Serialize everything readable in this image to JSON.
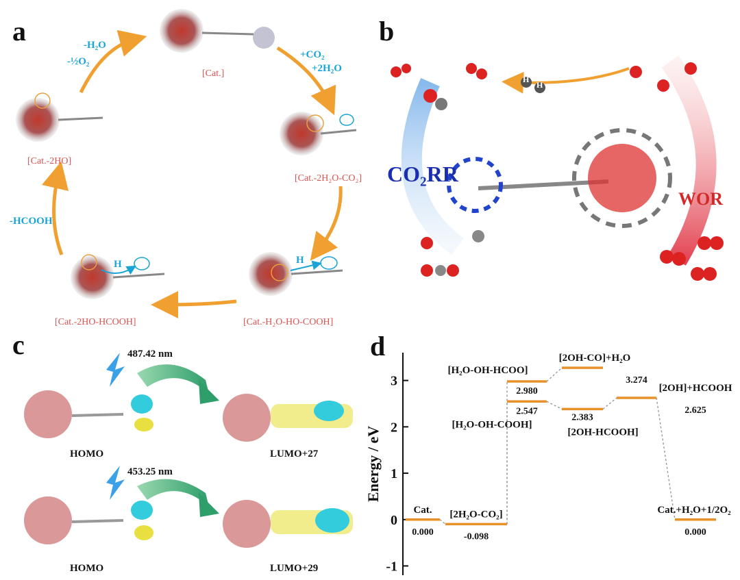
{
  "panels": {
    "a": "a",
    "b": "b",
    "c": "c",
    "d": "d"
  },
  "cycle": {
    "cat": "[Cat.]",
    "cat_2h2o_co2": "[Cat.-2H₂O-CO₂]",
    "cat_h2o_ho_cooh": "[Cat.-H₂O-HO-COOH]",
    "cat_2ho_hcooh": "[Cat.-2HO-HCOOH]",
    "cat_2ho": "[Cat.-2HO]",
    "step_top_right": [
      "+CO₂",
      "+2H₂O"
    ],
    "step_top_left": [
      "-H₂O",
      "-½O₂"
    ],
    "step_left": "-HCOOH",
    "h_label": "H"
  },
  "panel_b": {
    "co2rr": "CO₂RR",
    "wor": "WOR",
    "h": "H"
  },
  "panel_c": {
    "wavelength1": "487.42 nm",
    "wavelength2": "453.25 nm",
    "homo1": "HOMO",
    "lumo1": "LUMO+27",
    "homo2": "HOMO",
    "lumo2": "LUMO+29"
  },
  "chart_data": {
    "type": "energy-level-diagram",
    "ylabel": "Energy / eV",
    "ylim": [
      -1.2,
      3.6
    ],
    "yticks": [
      -1,
      0,
      1,
      2,
      3
    ],
    "levels": [
      {
        "label": "Cat.",
        "value": 0.0,
        "value_text": "0.000",
        "step": 0
      },
      {
        "label": "[2H₂O-CO₂]",
        "value": -0.098,
        "value_text": "-0.098",
        "step": 1
      },
      {
        "label": "[H₂O-OH-COOH]",
        "value": 2.547,
        "value_text": "2.547",
        "step": 2
      },
      {
        "label": "[H₂O-OH-HCOO]",
        "value": 2.98,
        "value_text": "2.980",
        "step": 2
      },
      {
        "label": "[2OH-CO]+H₂O",
        "value": 3.274,
        "value_text": "3.274",
        "step": 3
      },
      {
        "label": "[2OH-HCOOH]",
        "value": 2.383,
        "value_text": "2.383",
        "step": 3
      },
      {
        "label": "[2OH]+HCOOH",
        "value": 2.625,
        "value_text": "2.625",
        "step": 4
      },
      {
        "label": "Cat.+H₂O+1/2O₂",
        "value": 0.0,
        "value_text": "0.000",
        "step": 5
      }
    ],
    "connections": [
      [
        0,
        1
      ],
      [
        1,
        2
      ],
      [
        1,
        3
      ],
      [
        2,
        5
      ],
      [
        3,
        4
      ],
      [
        5,
        6
      ],
      [
        6,
        7
      ]
    ],
    "level_color": "#e8912a",
    "connector_color": "#9a9a9a"
  },
  "colors": {
    "arrow": "#f0a030",
    "cyan": "#1aa3d6",
    "label_red": "#d9534f"
  }
}
